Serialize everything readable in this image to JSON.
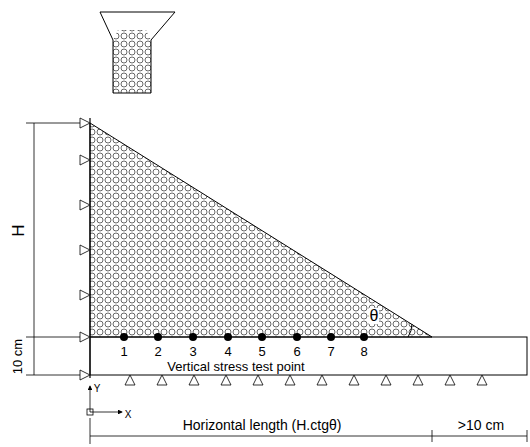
{
  "diagram": {
    "labels": [
      "H",
      "10 cm",
      "θ",
      "1",
      "2",
      "3",
      "4",
      "5",
      "6",
      "7",
      "8",
      "Vertical stress test point",
      "Y",
      "X",
      "Horizontal length (H.ctgθ)",
      ">10 cm"
    ]
  }
}
